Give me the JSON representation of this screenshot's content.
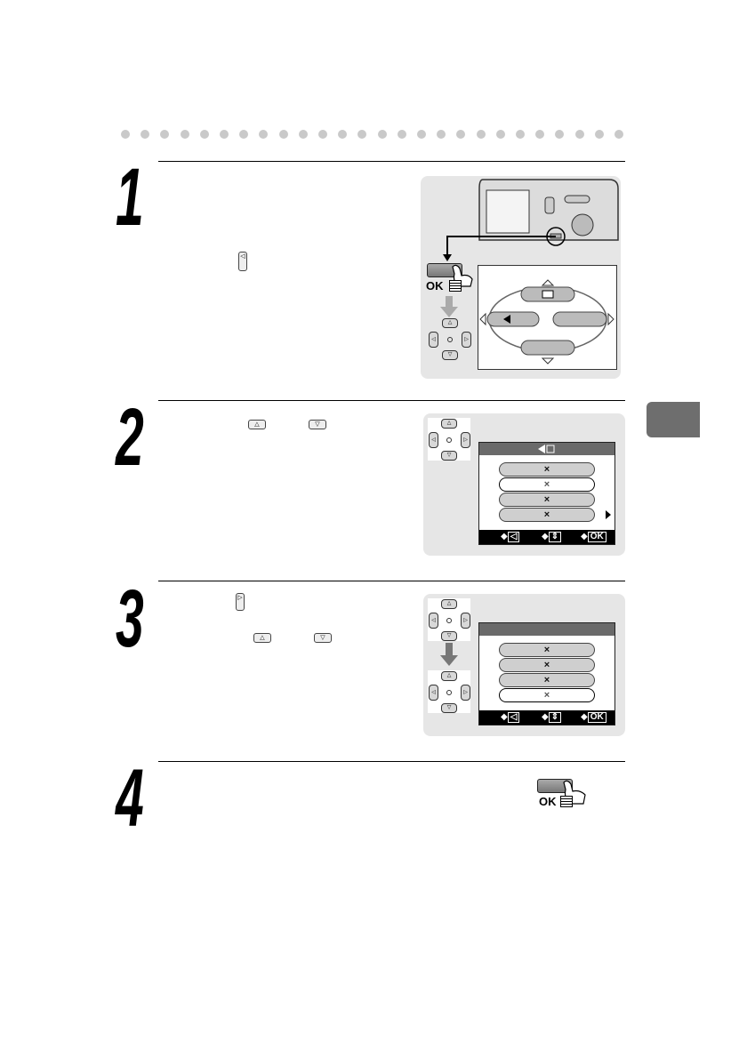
{
  "steps": [
    {
      "number": "1"
    },
    {
      "number": "2"
    },
    {
      "number": "3"
    },
    {
      "number": "4"
    }
  ],
  "ok_label": "OK",
  "icons": {
    "left_key": "left-arrow-key",
    "right_key": "right-arrow-key",
    "up_key": "up-arrow-key",
    "down_key": "down-arrow-key",
    "ok_menu_button": "ok-menu-button",
    "hand": "pointing-hand"
  },
  "lcd_menu": {
    "item_mark": "×",
    "footer_ok": "OK"
  },
  "colors": {
    "panel": "#e6e6e6",
    "tab": "#6e6e6e",
    "title_bar": "#6a6a6a"
  }
}
